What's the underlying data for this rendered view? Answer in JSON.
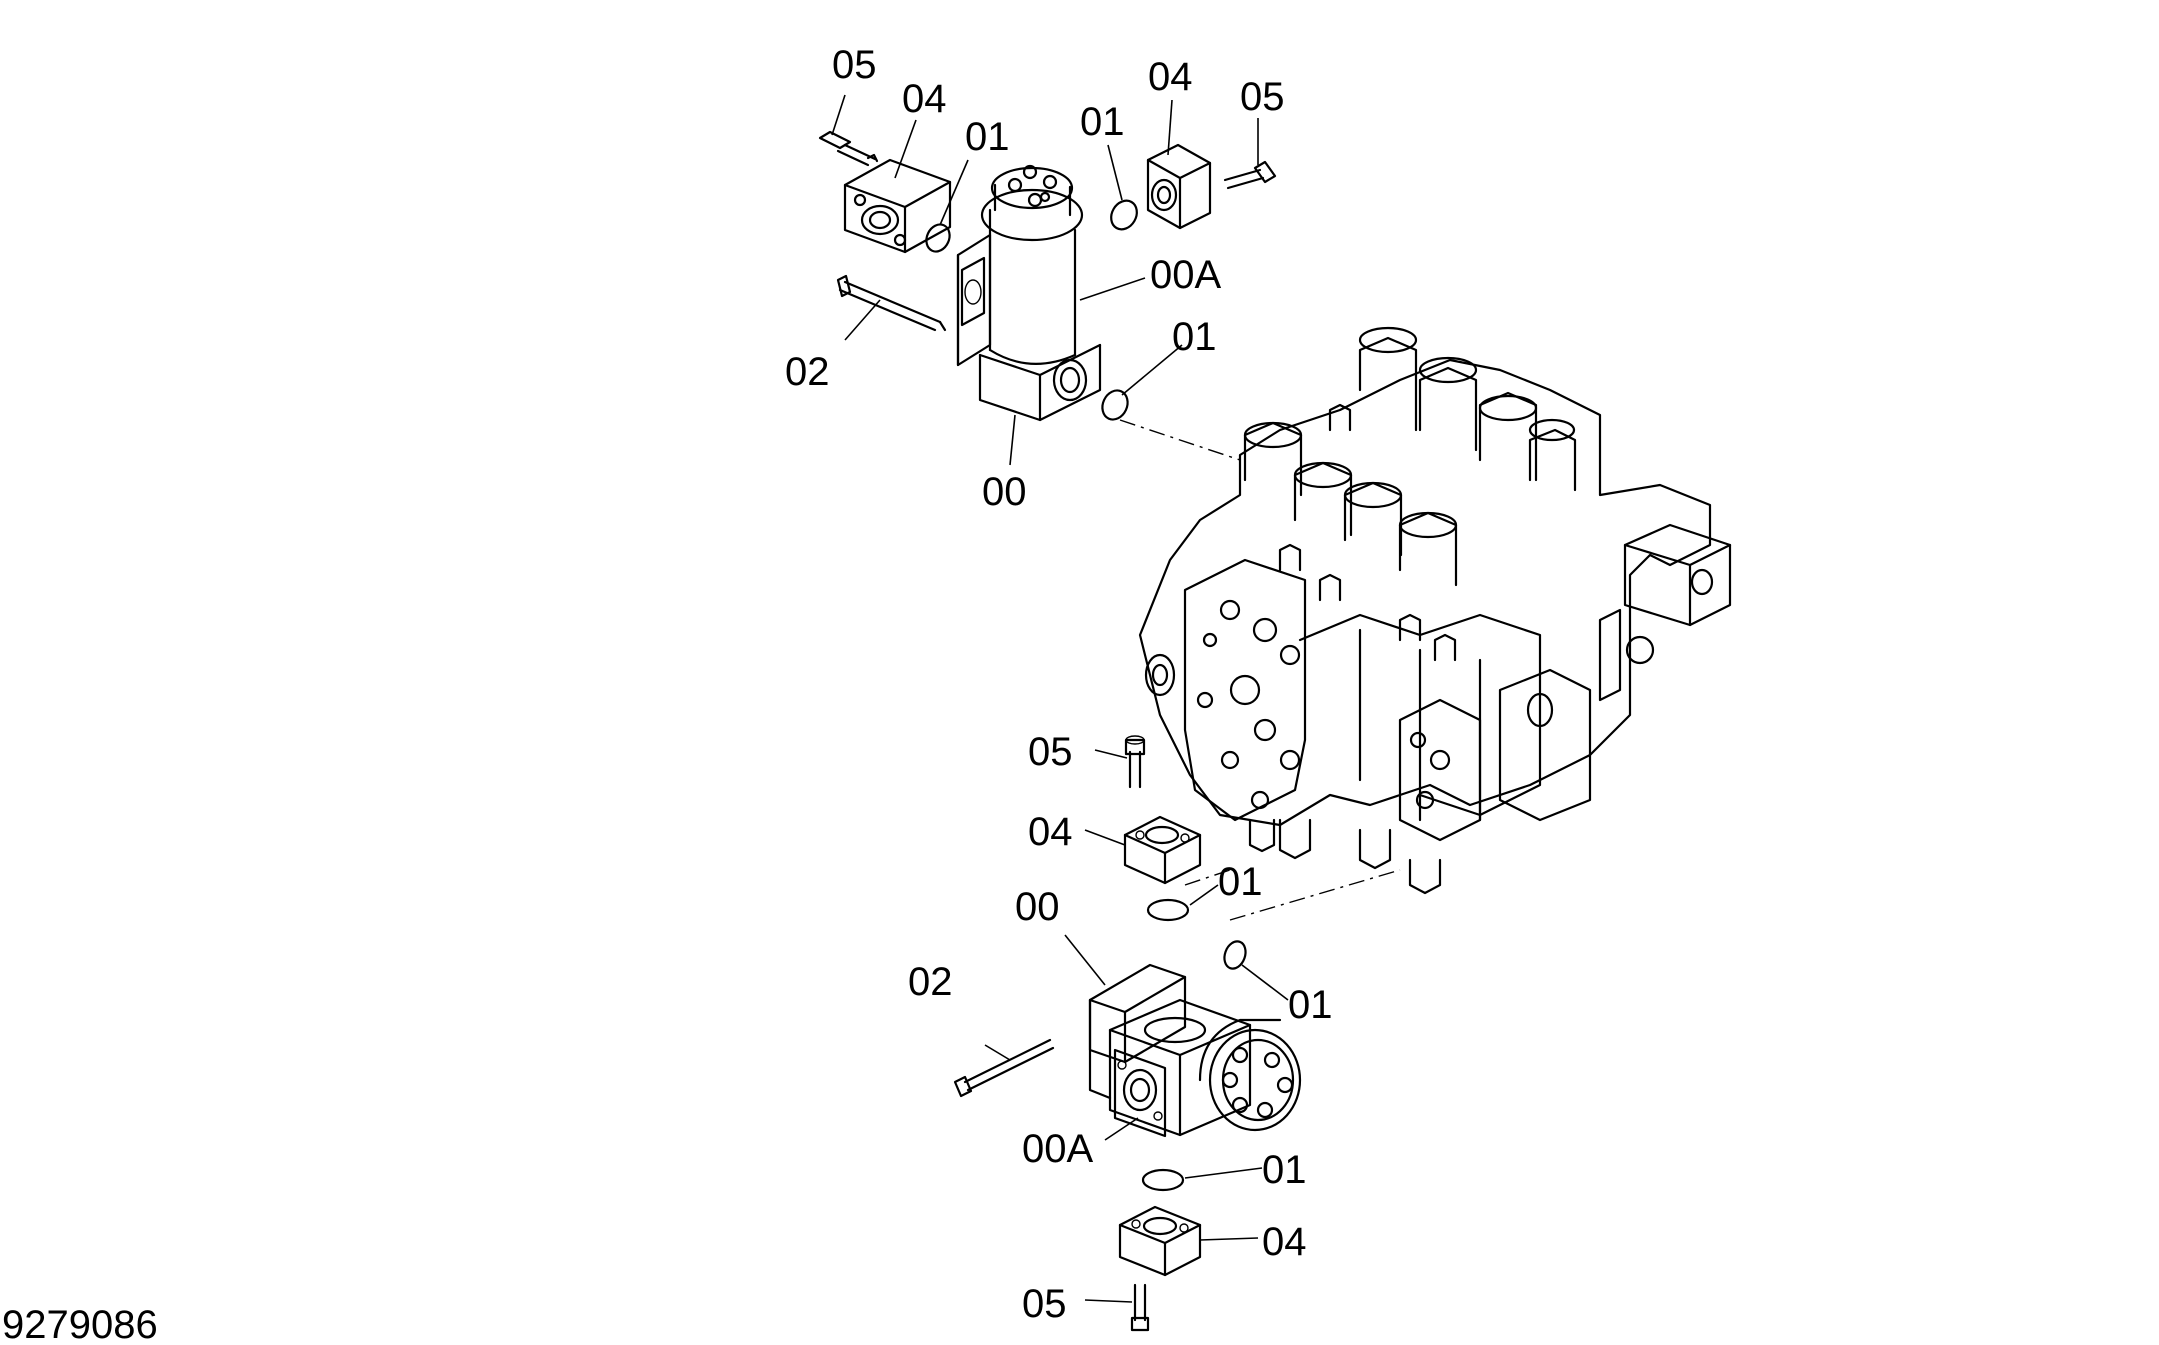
{
  "diagram": {
    "document_number": "9279086",
    "callouts": {
      "top_05_left": "05",
      "top_04_left": "04",
      "top_01_left": "01",
      "top_01_mid": "01",
      "top_04_right": "04",
      "top_05_right": "05",
      "top_00a": "00A",
      "top_01_port": "01",
      "top_02": "02",
      "top_00": "00",
      "mid_05": "05",
      "mid_04": "04",
      "mid_01": "01",
      "bot_00": "00",
      "bot_01_side": "01",
      "bot_02": "02",
      "bot_00a": "00A",
      "bot_01_lower": "01",
      "bot_04": "04",
      "bot_05": "05"
    }
  }
}
